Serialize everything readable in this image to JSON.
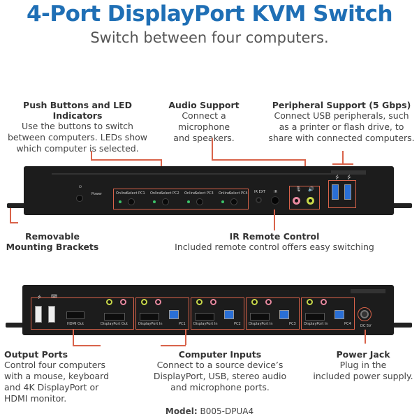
{
  "header": {
    "title": "4-Port DisplayPort KVM Switch",
    "subtitle": "Switch between four computers."
  },
  "front_callouts": {
    "push_buttons": {
      "heading": "Push Buttons and LED Indicators",
      "lines": [
        "Use the buttons to switch",
        "between computers. LEDs show",
        "which computer is selected."
      ]
    },
    "audio": {
      "heading": "Audio Support",
      "lines": [
        "Connect a microphone",
        "and speakers."
      ]
    },
    "peripheral": {
      "heading": "Peripheral Support (5 Gbps)",
      "lines": [
        "Connect USB peripherals, such",
        "as a printer or flash drive, to",
        "share with connected computers."
      ]
    },
    "brackets": {
      "lines": [
        "Removable",
        "Mounting Brackets"
      ]
    },
    "ir": {
      "heading": "IR Remote Control",
      "line": "Included remote control offers easy switching"
    }
  },
  "front_panel_labels": {
    "power": "Power",
    "online": "Online",
    "select": "Select",
    "ports": [
      "PC1",
      "PC2",
      "PC3",
      "PC4"
    ],
    "ir_ext": "IR EXT",
    "ir": "IR"
  },
  "rear_panel_labels": {
    "hdmi_out": "HDMI Out",
    "dp_out": "DisplayPort Out",
    "dp_in": "DisplayPort In",
    "ports": [
      "PC1",
      "PC2",
      "PC3",
      "PC4"
    ],
    "dc": "DC 5V"
  },
  "rear_callouts": {
    "output": {
      "heading": "Output Ports",
      "lines": [
        "Control four computers",
        "with a mouse, keyboard",
        "and 4K DisplayPort or",
        "HDMI monitor."
      ]
    },
    "computer": {
      "heading": "Computer Inputs",
      "lines": [
        "Connect to a source device’s",
        "DisplayPort, USB, stereo audio",
        "and microphone ports."
      ]
    },
    "power": {
      "heading": "Power Jack",
      "lines": [
        "Plug in the",
        "included power supply."
      ]
    }
  },
  "footer": {
    "model_label": "Model:",
    "model_value": "B005-DPUA4"
  },
  "colors": {
    "title_blue": "#1f6fb5",
    "callout_orange": "#d9634a",
    "usb_blue": "#2a6fd6",
    "audio_green": "#c8d84a",
    "audio_pink": "#e88aa0"
  }
}
